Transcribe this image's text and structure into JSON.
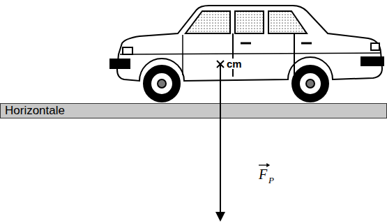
{
  "diagram": {
    "nodes": [
      {
        "text": [
          "Horizontale"
        ]
      }
    ],
    "labels": [
      "cm",
      "F",
      "P"
    ]
  }
}
